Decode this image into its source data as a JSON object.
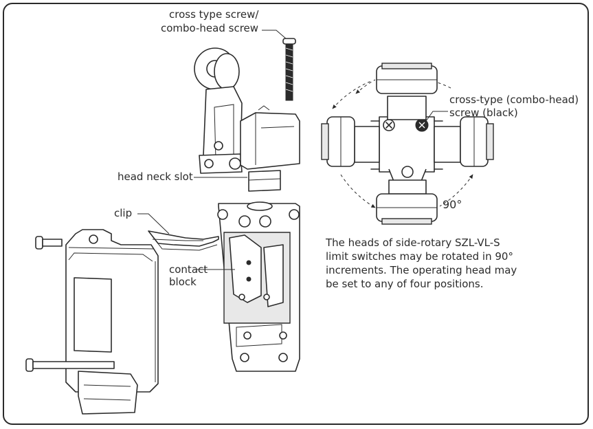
{
  "labels": {
    "cross_type_screw_line1": "cross type screw/",
    "cross_type_screw_line2": "combo-head screw",
    "head_neck_slot": "head neck slot",
    "clip": "clip",
    "contact_block_line1": "contact",
    "contact_block_line2": "block",
    "cross_type_black_line1": "cross-type (combo-head)",
    "cross_type_black_line2": "screw (black)",
    "rotation_angle": "90°"
  },
  "note": {
    "line1": "The heads of side-rotary SZL-VL-S",
    "line2": "limit switches may be rotated in 90°",
    "line3": "increments. The operating head may",
    "line4": "be set to any of four positions."
  }
}
